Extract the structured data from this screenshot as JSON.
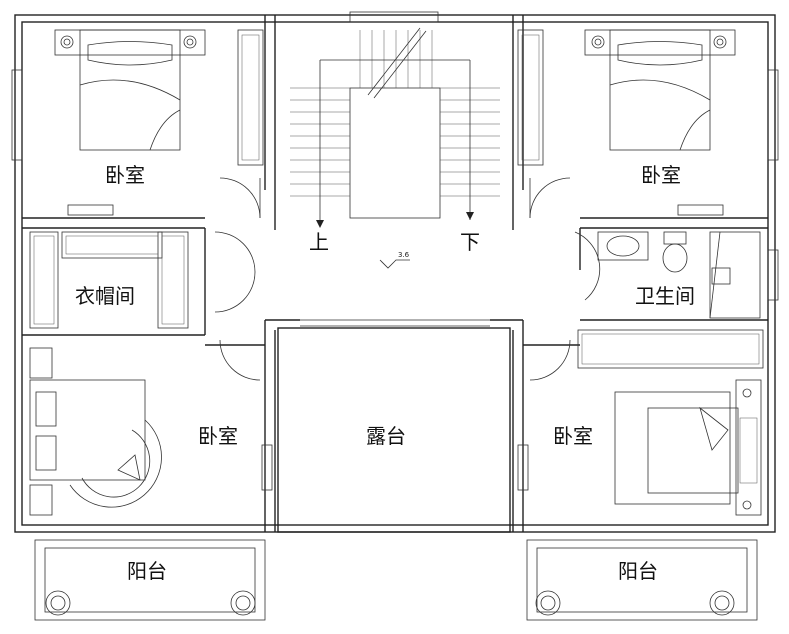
{
  "rooms": {
    "bedroom_top_left": "卧室",
    "bedroom_top_right": "卧室",
    "closet": "衣帽间",
    "bathroom": "卫生间",
    "bedroom_bottom_left": "卧室",
    "terrace": "露台",
    "bedroom_bottom_right": "卧室",
    "balcony_left": "阳台",
    "balcony_right": "阳台"
  },
  "stairs": {
    "up_label": "上",
    "down_label": "下"
  },
  "level_mark": "3.6"
}
